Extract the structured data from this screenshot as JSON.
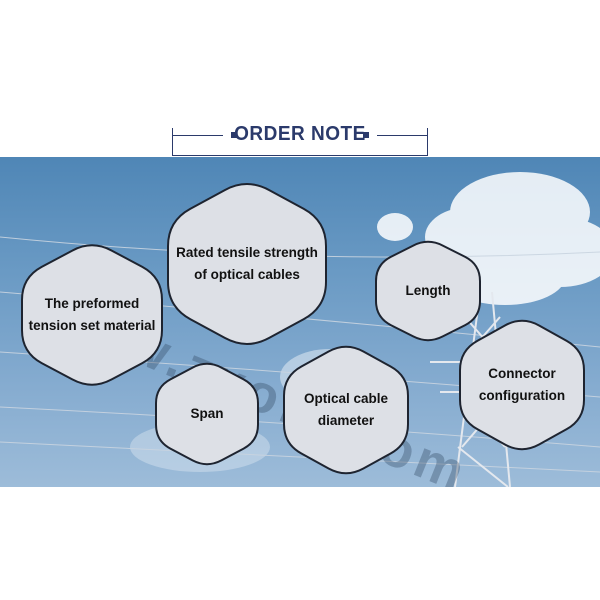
{
  "header": {
    "title": "ORDER NOTE"
  },
  "watermark": {
    "text": "www.zxofc.com"
  },
  "items": [
    {
      "id": "tension",
      "label": "The preformed tension set material"
    },
    {
      "id": "tensile",
      "label": "Rated tensile strength of optical cables"
    },
    {
      "id": "span",
      "label": "Span"
    },
    {
      "id": "diameter",
      "label": "Optical cable diameter"
    },
    {
      "id": "length",
      "label": "Length"
    },
    {
      "id": "connector",
      "label": "Connector configuration"
    }
  ],
  "colors": {
    "accent": "#2b3a6b",
    "card_fill": "#dde0e6",
    "card_border": "#1e2430",
    "sky": "#6a9ac4"
  }
}
